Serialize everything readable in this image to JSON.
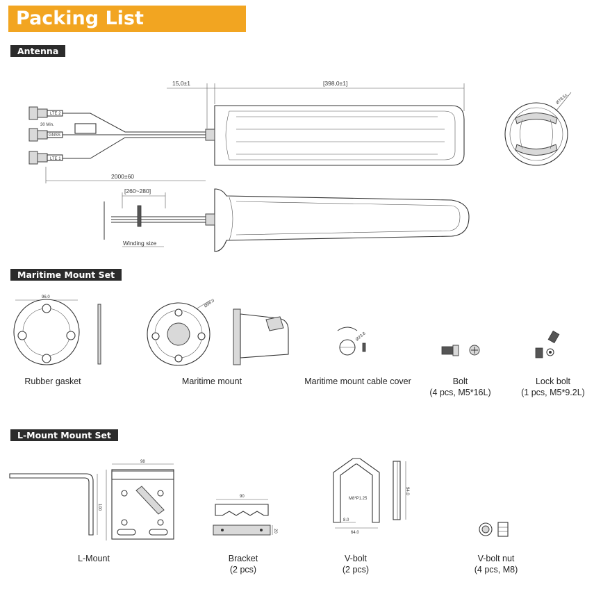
{
  "title": "Packing List Information",
  "sections": {
    "antenna": "Antenna",
    "maritime": "Maritime Mount Set",
    "lmount": "L-Mount Mount Set"
  },
  "antenna_dims": {
    "connector_len": "15,0±1",
    "body_len": "[398,0±1]",
    "cable_len": "2000±60",
    "diameter": "Ø78,5±",
    "winding_range": "[260~280]",
    "winding_size": "Winding size",
    "lte2": "LTE 2",
    "gnss": "GNSS",
    "lte1": "LTE 1",
    "min30": "30 Min."
  },
  "maritime_dims": {
    "gasket_width": "96.0",
    "mount_dia": "Ø96.0",
    "cover_dia": "Ø23.8"
  },
  "maritime_items": [
    {
      "name": "Rubber gasket",
      "detail": ""
    },
    {
      "name": "Maritime mount",
      "detail": ""
    },
    {
      "name": "Maritime mount cable cover",
      "detail": ""
    },
    {
      "name": "Bolt",
      "detail": "(4 pcs, M5*16L)"
    },
    {
      "name": "Lock bolt",
      "detail": "(1 pcs, M5*9.2L)"
    }
  ],
  "lmount_dims": {
    "plate_width": "98",
    "plate_height": "100",
    "bracket_width": "90",
    "bracket_height": "20",
    "vbolt_thread": "M8*P1.25",
    "vbolt_8": "8.0",
    "vbolt_64": "64.0",
    "vbolt_94": "94.0"
  },
  "lmount_items": [
    {
      "name": "L-Mount",
      "detail": ""
    },
    {
      "name": "Bracket",
      "detail": "(2 pcs)"
    },
    {
      "name": "V-bolt",
      "detail": "(2 pcs)"
    },
    {
      "name": "V-bolt nut",
      "detail": "(4 pcs, M8)"
    }
  ]
}
